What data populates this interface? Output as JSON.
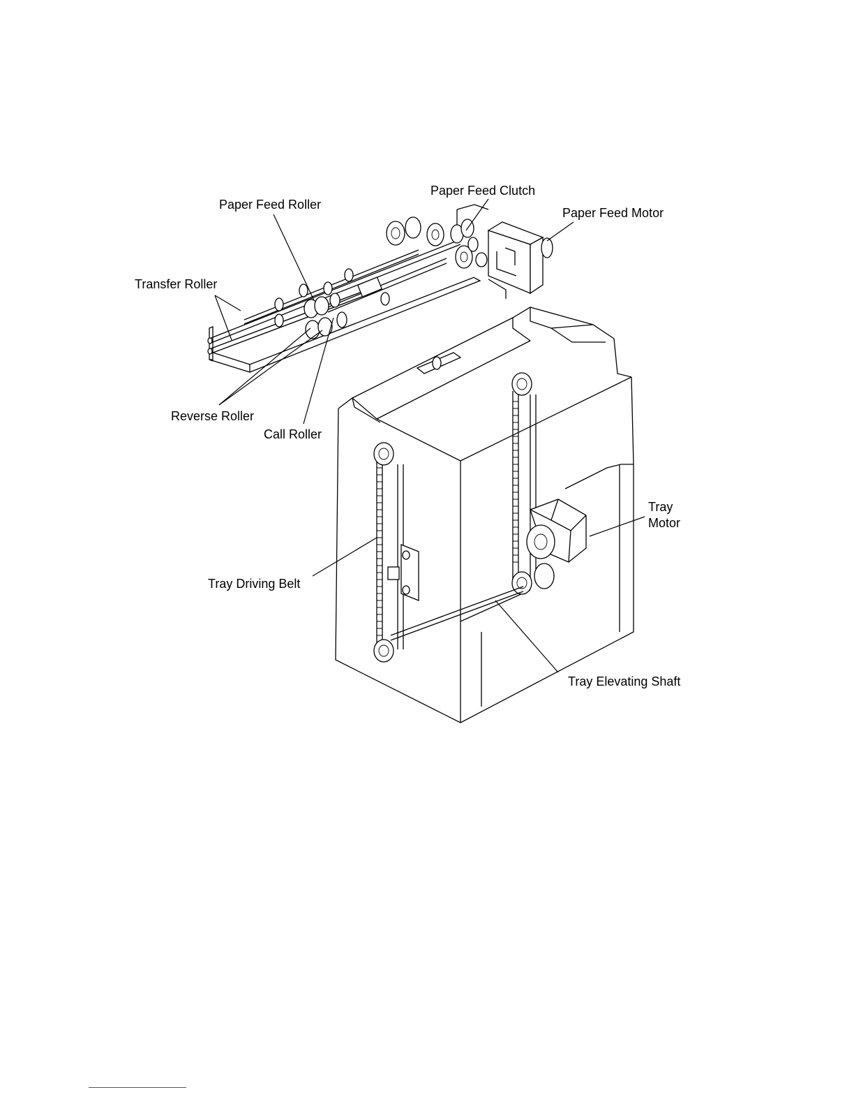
{
  "labels": {
    "paper_feed_clutch": "Paper Feed Clutch",
    "paper_feed_roller": "Paper Feed Roller",
    "paper_feed_motor": "Paper Feed Motor",
    "transfer_roller": "Transfer Roller",
    "reverse_roller": "Reverse Roller",
    "call_roller": "Call Roller",
    "tray_motor_line1": "Tray",
    "tray_motor_line2": "Motor",
    "tray_driving_belt": "Tray Driving Belt",
    "tray_elevating_shaft": "Tray Elevating Shaft"
  },
  "colors": {
    "line": "#000000",
    "background": "#ffffff",
    "footer_rule": "#3a4fc9"
  }
}
